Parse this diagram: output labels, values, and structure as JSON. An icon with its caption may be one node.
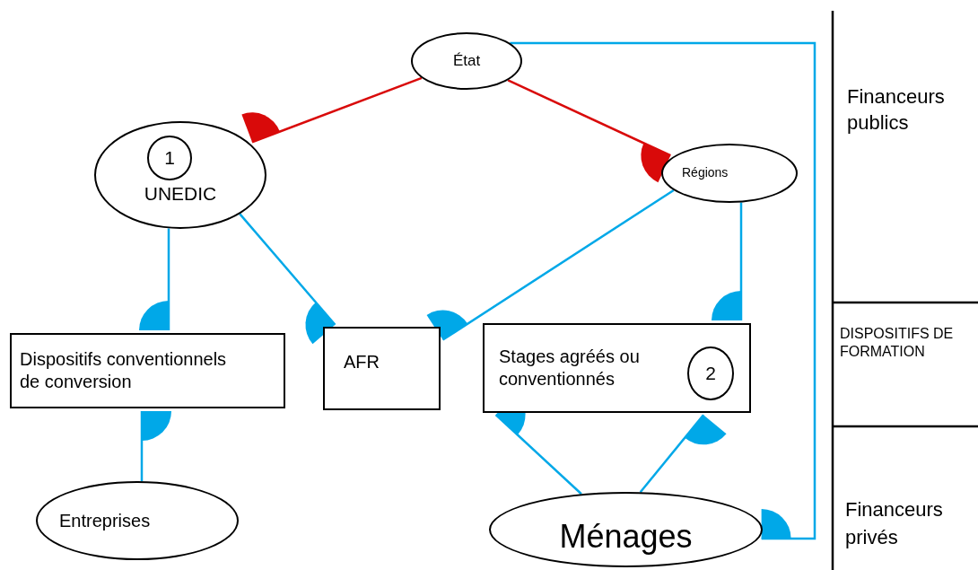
{
  "diagram": {
    "nodes": [
      {
        "text": [
          "État"
        ]
      },
      {
        "text": [
          "UNEDIC"
        ]
      },
      {
        "text": [
          "1"
        ],
        "in": 1
      },
      {
        "text": [
          "Régions"
        ]
      },
      {
        "text": [
          "Dispositifs conventionnels de conversion"
        ]
      },
      {
        "text": [
          "AFR"
        ]
      },
      {
        "text": [
          "Stages agréés ou conventionnés"
        ]
      },
      {
        "text": [
          "2"
        ],
        "in": 6
      },
      {
        "text": [
          "Entreprises"
        ]
      },
      {
        "text": [
          "Ménages"
        ]
      }
    ],
    "edges": [
      {
        "from": 0,
        "to": 1,
        "arrow": "other",
        "color": "#d90a0a"
      },
      {
        "from": 0,
        "to": 3,
        "arrow": "other",
        "color": "#d90a0a"
      },
      {
        "from": 1,
        "to": 4,
        "arrow": "other"
      },
      {
        "from": 1,
        "to": 5,
        "arrow": "other"
      },
      {
        "from": 3,
        "to": 5,
        "arrow": "other"
      },
      {
        "from": 3,
        "to": 6,
        "arrow": "other"
      },
      {
        "from": 8,
        "to": 4,
        "arrow": "other"
      },
      {
        "from": 9,
        "to": 6,
        "arrow": "other"
      },
      {
        "from": 9,
        "to": 6,
        "arrow": "other"
      },
      {
        "from": 0,
        "to": 9,
        "arrow": "other"
      }
    ],
    "labels": [
      "Financeurs publics",
      "DISPOSITIFS DE FORMATION",
      "Financeurs privés"
    ]
  }
}
